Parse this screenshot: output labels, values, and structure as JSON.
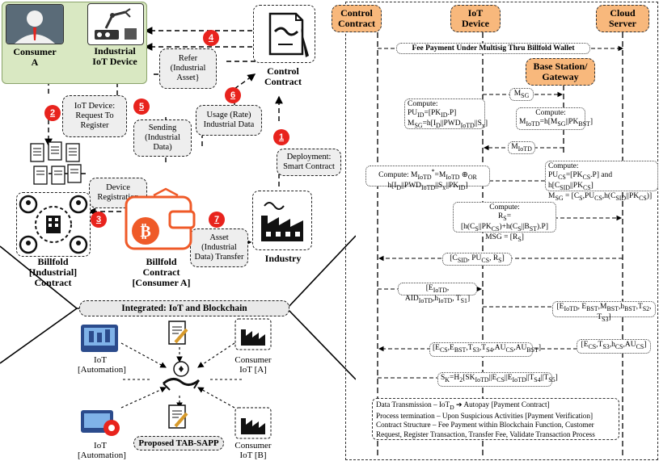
{
  "left": {
    "consumer_a": "Consumer\nA",
    "industrial_iot_device": "Industrial\nIoT Device",
    "control_contract": "Control\nContract",
    "billfold_industrial": "Billfold\n[Industrial]\nContract",
    "billfold_consumer": "Billfold\nContract\n[Consumer A]",
    "industry": "Industry",
    "steps": [
      {
        "num": "1",
        "text": "Deployment:\nSmart Contract"
      },
      {
        "num": "2",
        "text": "IoT Device:\nRequest To\nRegister"
      },
      {
        "num": "3",
        "text": "Device\nRegistration"
      },
      {
        "num": "4",
        "text": "Refer\n(Industrial\nAsset}"
      },
      {
        "num": "5",
        "text": "Sending\n(Industrial\nData)"
      },
      {
        "num": "6",
        "text": "Usage (Rate)\nIndustrial Data"
      },
      {
        "num": "7",
        "text": "Asset\n(Industrial\nData) Transfer"
      }
    ],
    "integrated_title": "Integrated: IoT and Blockchain",
    "iot_automation_top": "IoT\n[Automation]",
    "consumer_iot_a": "Consumer\nIoT [A]",
    "iot_automation_bottom": "IoT\n[Automation]",
    "consumer_iot_b": "Consumer\nIoT [B]",
    "proposed": "Proposed TAB-SAPP"
  },
  "right": {
    "headers": {
      "control_contract": "Control\nContract",
      "iot_device": "IoT\nDevice",
      "cloud_server": "Cloud\nServer",
      "base_station": "Base Station/\nGateway"
    },
    "fee_payment": "Fee Payment Under Multisig Thru Billfold Wallet",
    "messages": {
      "msg_sg": "M<sub>SG</sub>",
      "compute_iot": "Compute:<br>PU<sub>ID</sub>=[PK<sub>ID</sub>.P]<br>M<sub>SG</sub>=h[I<sub>D</sub>||PWD<sub>IoTD</sub>||S<sub>x</sub>]",
      "compute_bs": "Compute:<br>M<sub>IoTD</sub>=h[M<sub>SG</sub>||PK<sub>BST</sub>]",
      "msg_iotd": "M<sub>IoTD</sub>",
      "compute_cc": "Compute: M<sub>IoTD</sub><sup>*</sup>=M<sub>IoTD</sub> ⊕<sub>OR</sub><br>h[I<sub>D</sub>||PWD<sub>IoTD</sub>||S<sub>x</sub>||PK<sub>ID</sub>]",
      "compute_cs": "Compute:<br>PU<sub>CS</sub>=[PK<sub>CS</sub>.P] and h[C<sub>SID</sub>||PK<sub>CS</sub>]<br>M<sub>SG</sub> = [C<sub>S</sub>,PU<sub>CS</sub>,h(C<sub>SID</sub>||PK<sub>CS</sub>)]",
      "compute_rs": "Compute:<br>R<sub>S</sub>=[h(C<sub>S</sub>||PK<sub>CS</sub>)+h(C<sub>S</sub>||B<sub>ST</sub>).P]<br>MSG = [R<sub>S</sub>]",
      "csid": "[C<sub>SID</sub>, PU<sub>CS</sub>, R<sub>S</sub>]",
      "eiotd": "[E<sub>IoTD</sub>, AID<sub>IoTD</sub>,h<sub>IoTD</sub>, T<sub>S1</sub>]",
      "ebst": "[E<sub>IoTD</sub>, E<sub>BST</sub>,M<sub>BST</sub>,h<sub>BST</sub>,T<sub>S2</sub>, T<sub>S3</sub>]",
      "ecs_left": "[E<sub>CS</sub>,E<sub>BST</sub>,T<sub>S3</sub>,T<sub>S4</sub>,AU<sub>CS</sub>,AU<sub>BST</sub>]",
      "ecs_right": "[E<sub>CS</sub>,T<sub>S3</sub>,h<sub>CS</sub>,AU<sub>CS</sub>]",
      "sk": "S<sub>K</sub>=H<sub>2</sub>[SK<sub>IoTD</sub>||E<sub>CS</sub>||E<sub>IoTD</sub>||T<sub>S4</sub>||T<sub>S5</sub>]"
    },
    "legend": [
      "Data Transmission – IoT<sub>D</sub> ➔ Autopay [Payment Contract]",
      "Process termination – Upon Suspicious Activities [Payment Verification]",
      "Contract Structure – Fee Payment within Blockchain Function, Customer Request, Register Transaction, Transfer Fee, Validate Transaction Process"
    ]
  },
  "colors": {
    "badge": "#e8231d",
    "header": "#f8b87c",
    "green": "#d9e8c2",
    "bitcoin": "#ef5a28"
  }
}
